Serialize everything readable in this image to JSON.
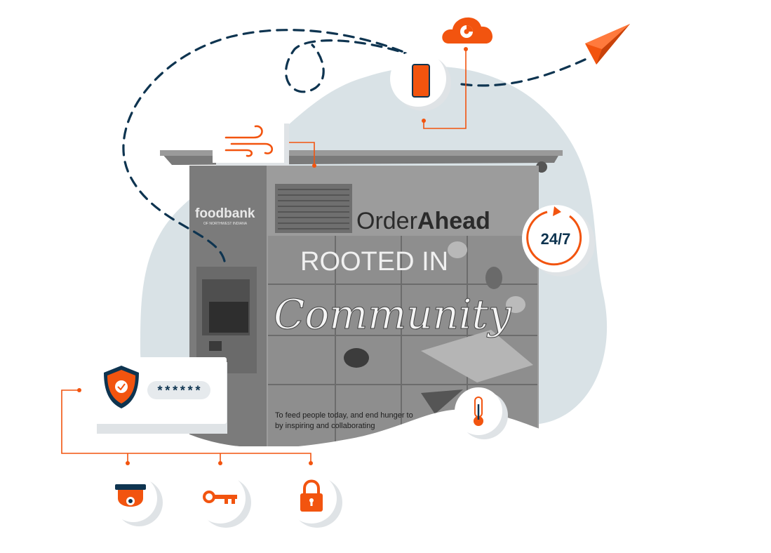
{
  "colors": {
    "accent": "#f2540f",
    "navy": "#0e3450",
    "blob": "#d9e2e6",
    "kiosk_dark": "#4a4a4a",
    "kiosk_mid": "#8a8a8a",
    "kiosk_light": "#bdbdbd"
  },
  "kiosk": {
    "brand": "foodbank",
    "brand_sub": "OF NORTHWEST INDIANA",
    "order_light": "Order",
    "order_bold": "Ahead",
    "headline": "ROOTED IN",
    "script": "Community",
    "tagline_1": "To feed people today, and end hunger to",
    "tagline_2": "by inspiring and collaborating"
  },
  "badges": {
    "availability": "24/7",
    "password_mask": "******"
  },
  "icons": {
    "cloud": "cloud-icon",
    "phone": "phone-icon",
    "plane": "paper-plane-icon",
    "wind": "wind-icon",
    "clock": "clock-cycle-icon",
    "thermo": "thermometer-icon",
    "shield": "shield-check-icon",
    "camera": "security-camera-icon",
    "key": "key-icon",
    "lock": "lock-icon"
  }
}
